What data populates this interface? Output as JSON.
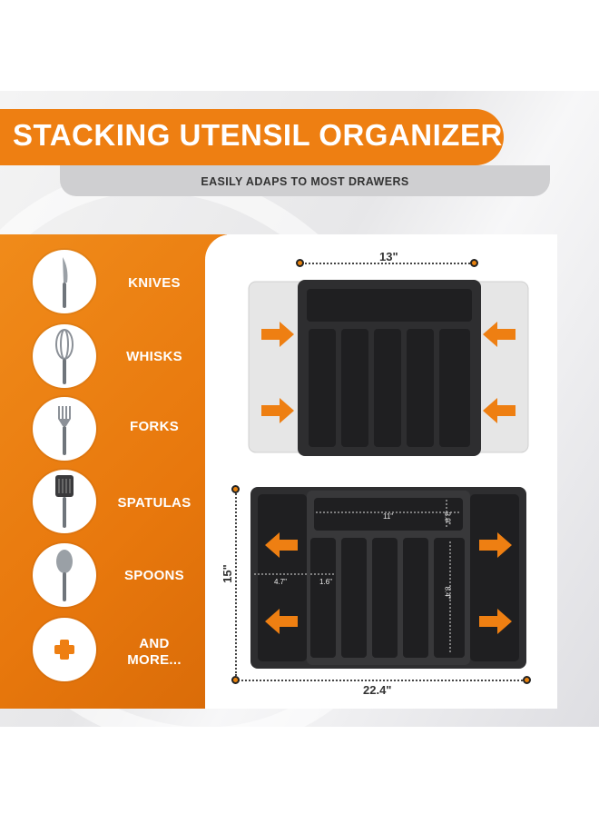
{
  "header": {
    "title": "STACKING UTENSIL ORGANIZER",
    "subtitle": "EASILY ADAPS TO MOST DRAWERS"
  },
  "features": [
    {
      "label": "KNIVES",
      "icon": "knife-icon"
    },
    {
      "label": "WHISKS",
      "icon": "whisk-icon"
    },
    {
      "label": "FORKS",
      "icon": "fork-icon"
    },
    {
      "label": "SPATULAS",
      "icon": "spatula-icon"
    },
    {
      "label": "SPOONS",
      "icon": "spoon-icon"
    },
    {
      "label_line1": "AND",
      "label_line2": "MORE...",
      "icon": "plus-icon"
    }
  ],
  "dimensions": {
    "top_width": "13\"",
    "bottom_width": "22.4\"",
    "bottom_height": "15\"",
    "inner_width": "11\"",
    "inner_small_height": "2.9\"",
    "left_slot": "4.7\"",
    "slot_width": "1.6\"",
    "slot_length": "8.4\""
  },
  "colors": {
    "accent_orange": "#ee7f12",
    "organizer_dark": "#2e2e30",
    "extender_light": "#e6e6e6"
  }
}
